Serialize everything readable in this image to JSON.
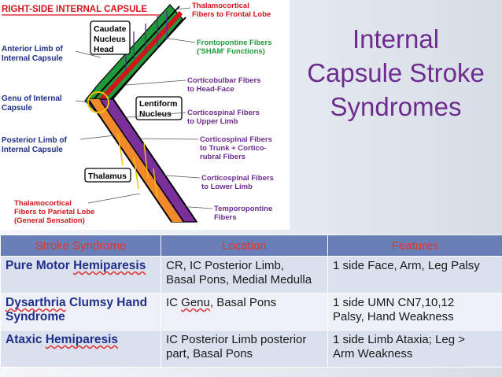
{
  "diagram": {
    "header": "RIGHT-SIDE INTERNAL CAPSULE",
    "left_labels": {
      "anterior_1": "Anterior Limb of",
      "anterior_2": "Internal Capsule",
      "genu_1": "Genu of Internal",
      "genu_2": "Capsule",
      "posterior_1": "Posterior Limb of",
      "posterior_2": "Internal Capsule",
      "thal_parietal_1": "Thalamocortical",
      "thal_parietal_2": "Fibers to Parietal Lobe",
      "thal_parietal_3": "(General Sensation)"
    },
    "boxes": {
      "caudate_1": "Caudate",
      "caudate_2": "Nucleus",
      "caudate_3": "Head",
      "lentiform_1": "Lentiform",
      "lentiform_2": "Nucleus",
      "thalamus": "Thalamus"
    },
    "right_labels": {
      "thal_frontal_1": "Thalamocortical",
      "thal_frontal_2": "Fibers to Frontal Lobe",
      "frontopontine_1": "Frontopontine Fibers",
      "frontopontine_2": "('SHAM' Functions)",
      "corticobulbar_1": "Corticobulbar Fibers",
      "corticobulbar_2": "to Head-Face",
      "cs_upper_1": "Corticospinal Fibers",
      "cs_upper_2": "to Upper Limb",
      "cs_trunk_1": "Corticospinal Fibers",
      "cs_trunk_2": "to Trunk + Cortico-",
      "cs_trunk_3": "rubral Fibers",
      "cs_lower_1": "Corticospinal Fibers",
      "cs_lower_2": "to Lower Limb",
      "temporopontine_1": "Temporopontine",
      "temporopontine_2": "Fibers"
    },
    "colors": {
      "red_text": "#d4141c",
      "green": "#1f9a3a",
      "purple": "#7a2f9a",
      "orange": "#f08a2a",
      "label_purple": "#6f2c8f"
    }
  },
  "title": {
    "line1": "Internal",
    "line2": "Capsule Stroke",
    "line3": "Syndromes"
  },
  "table": {
    "headers": [
      "Stroke Syndrome",
      "Location",
      "Features"
    ],
    "rows": [
      {
        "syndrome_pre": "Pure Motor ",
        "syndrome_sq": "Hemiparesis",
        "syndrome_post": "",
        "location_1": "CR, IC Posterior Limb,",
        "location_2": "Basal Pons, Medial Medulla",
        "features_1": "1 side Face, Arm, Leg Palsy",
        "features_2": ""
      },
      {
        "syndrome_pre": "",
        "syndrome_sq": "Dysarthria",
        "syndrome_post": " Clumsy Hand Syndrome",
        "location_1_pre": "IC ",
        "location_1_sq": "Genu",
        "location_1_post": ", Basal Pons",
        "features_1": "1 side UMN CN7,10,12",
        "features_2": "Palsy, Hand Weakness"
      },
      {
        "syndrome_pre": "Ataxic ",
        "syndrome_sq": "Hemiparesis",
        "syndrome_post": "",
        "location_1": "IC Posterior Limb posterior",
        "location_2": "part, Basal Pons",
        "features_1": "1 side Limb Ataxia; Leg >",
        "features_2": "Arm Weakness"
      }
    ]
  }
}
